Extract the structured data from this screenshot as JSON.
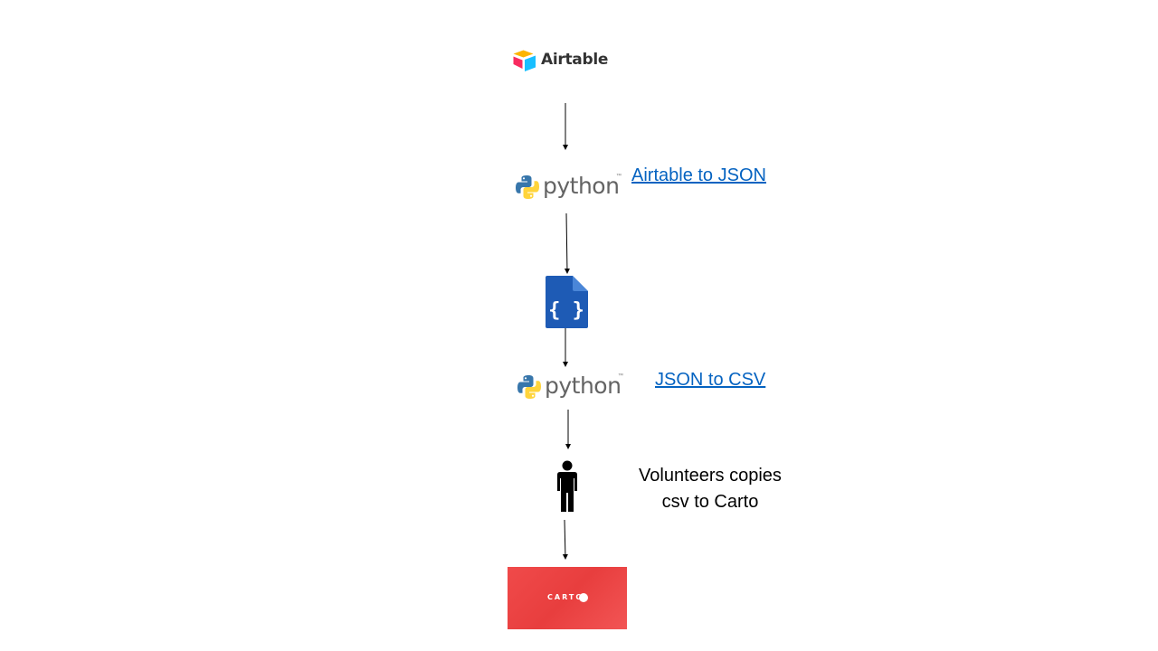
{
  "nodes": {
    "airtable": {
      "label": "Airtable"
    },
    "python_1": {
      "label": "python",
      "link": "Airtable to JSON"
    },
    "json_file": {
      "icon": "json-file-icon",
      "glyph": "{ }"
    },
    "python_2": {
      "label": "python",
      "link": "JSON to CSV"
    },
    "volunteer": {
      "icon": "person-icon",
      "caption_line1": "Volunteers copies",
      "caption_line2": "csv to Carto"
    },
    "carto": {
      "label": "CARTO"
    }
  },
  "colors": {
    "link": "#0563c1",
    "json_file": "#1e5bb5",
    "carto": "#ee4444",
    "airtable_yellow": "#fcb400",
    "airtable_blue": "#18bfff",
    "airtable_red": "#f82b60",
    "python_blue": "#3776ab",
    "python_yellow": "#ffd43b"
  }
}
